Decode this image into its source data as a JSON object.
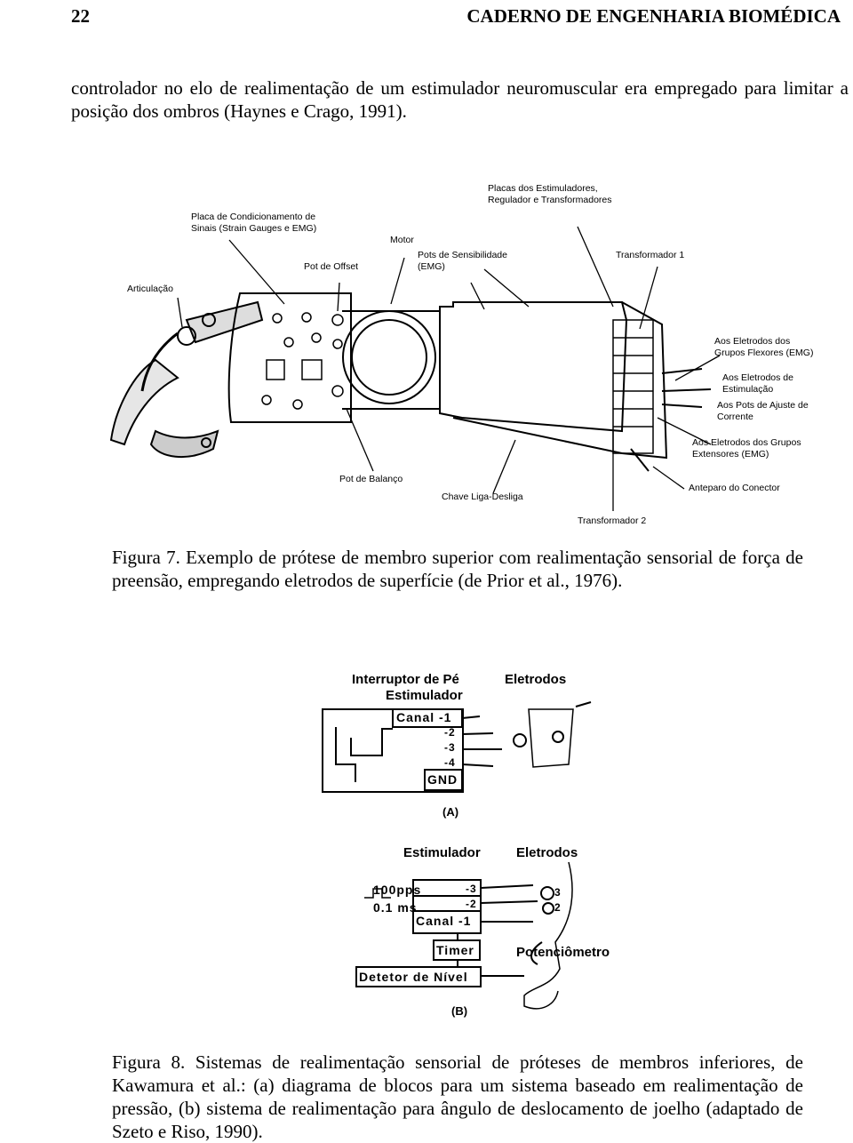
{
  "header": {
    "page_number": "22",
    "journal": "CADERNO DE ENGENHARIA BIOMÉDICA"
  },
  "intro_paragraph": "controlador no elo de realimentação de um estimulador neuromuscular era empregado para limitar a posição dos ombros (Haynes e Crago, 1991).",
  "figure7": {
    "labels": {
      "articulacao": "Articulação",
      "placa_cond_1": "Placa de Condicionamento de",
      "placa_cond_2": "Sinais (Strain Gauges e EMG)",
      "pot_offset": "Pot de Offset",
      "motor": "Motor",
      "pots_sens_1": "Pots de Sensibilidade",
      "pots_sens_2": "(EMG)",
      "placas_estim_1": "Placas dos Estimuladores,",
      "placas_estim_2": "Regulador e Transformadores",
      "transf1": "Transformador 1",
      "eletr_flex_1": "Aos Eletrodos dos",
      "eletr_flex_2": "Grupos Flexores (EMG)",
      "eletr_estim_1": "Aos Eletrodos de",
      "eletr_estim_2": "Estimulação",
      "pots_ajuste_1": "Aos Pots de Ajuste de",
      "pots_ajuste_2": "Corrente",
      "eletr_ext_1": "Aos Eletrodos dos Grupos",
      "eletr_ext_2": "Extensores (EMG)",
      "pot_balanco": "Pot de Balanço",
      "chave": "Chave Liga-Desliga",
      "anteparo": "Anteparo do Conector",
      "transf2": "Transformador 2"
    },
    "caption_label": "Figura 7.",
    "caption_text": "Exemplo de prótese de membro superior com realimentação sensorial de força de preensão, empregando eletrodos de superfície (de Prior et al., 1976)."
  },
  "figure8": {
    "a": {
      "interruptor": "Interruptor de Pé",
      "estimulador": "Estimulador",
      "eletrodos": "Eletrodos",
      "canal1": "Canal -1",
      "ch2": "-2",
      "ch3": "-3",
      "ch4": "-4",
      "gnd": "GND",
      "panel": "(A)"
    },
    "b": {
      "estimulador": "Estimulador",
      "eletrodos": "Eletrodos",
      "pps": "100pps",
      "ms": "0.1 ms",
      "ch3": "-3",
      "ch2": "-2",
      "canal1": "Canal -1",
      "n3": "3",
      "n2": "2",
      "timer": "Timer",
      "potenciometro": "Potenciômetro",
      "detetor": "Detetor de Nível",
      "panel": "(B)"
    },
    "caption_label": "Figura 8.",
    "caption_text": "Sistemas de realimentação sensorial de próteses de membros inferiores, de Kawamura et al.: (a) diagrama de blocos para um sistema baseado em realimentação de pressão, (b) sistema de realimentação para ângulo de deslocamento de joelho (adaptado de Szeto e Riso, 1990)."
  }
}
